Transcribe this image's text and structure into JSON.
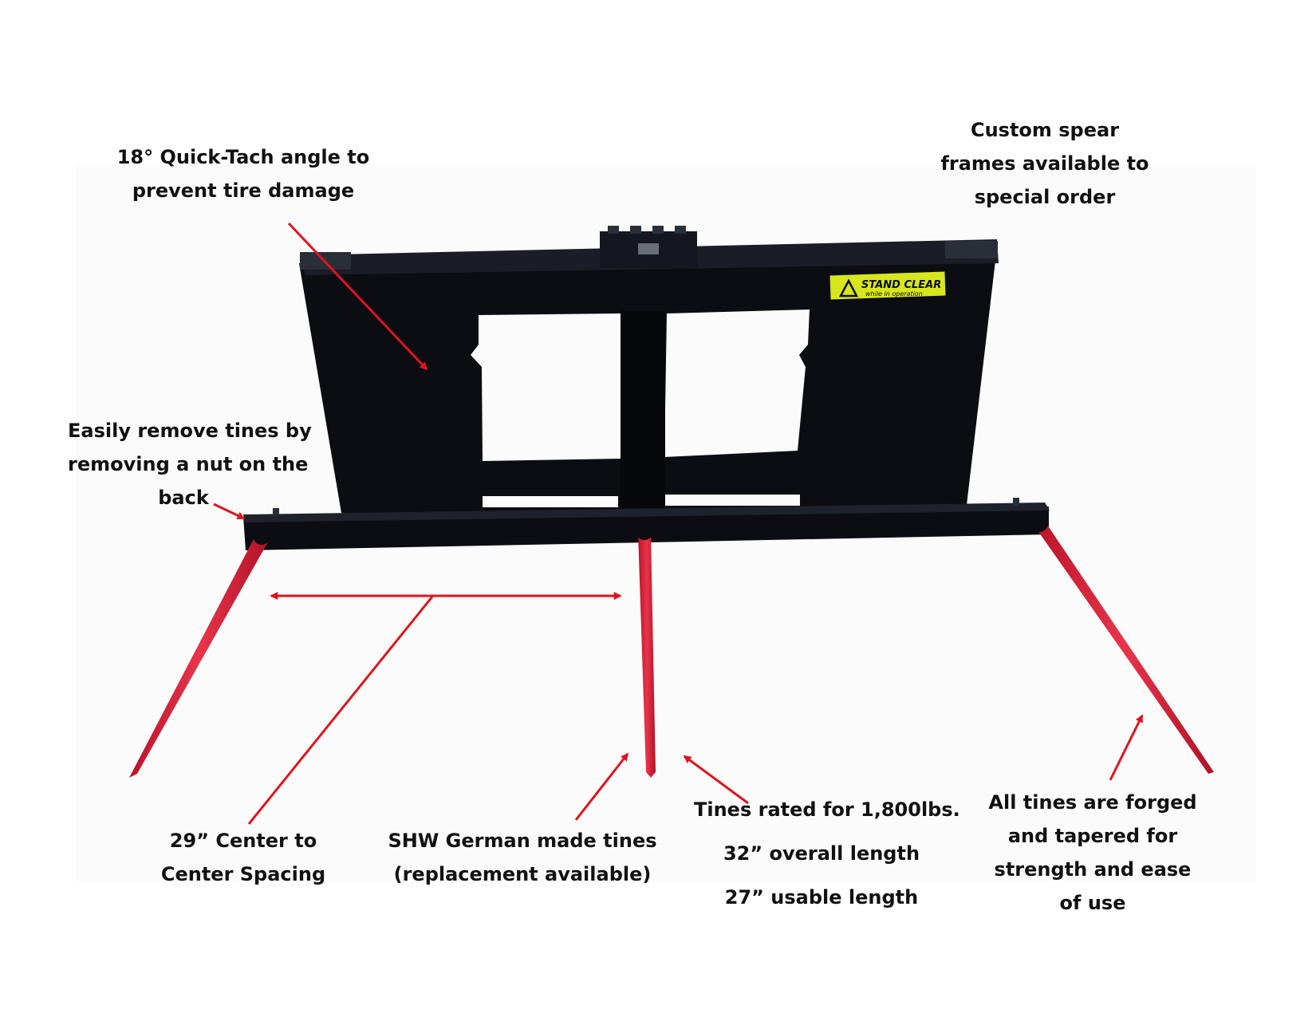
{
  "colors": {
    "frame": "#0b0d12",
    "tine": "#d8283c",
    "arrow": "#e0141e",
    "sticker": "#d8e61e",
    "text": "#111111"
  },
  "sticker": {
    "title": "STAND CLEAR",
    "subtitle": "while in operation",
    "icon": "warning-triangle-icon"
  },
  "callouts": {
    "quick_tach": [
      "18° Quick-Tach angle to",
      "prevent tire damage"
    ],
    "custom_frames": [
      "Custom spear",
      "frames available to",
      "special order"
    ],
    "remove_tines": [
      "Easily remove tines by",
      "removing a nut on the",
      "back"
    ],
    "spacing": [
      "29” Center to",
      "Center Spacing"
    ],
    "shw_tines": [
      "SHW German made tines",
      "(replacement available)"
    ],
    "rating": [
      "Tines rated for 1,800lbs.",
      "32” overall length",
      "27” usable length"
    ],
    "forged": [
      "All tines are forged",
      "and tapered for",
      "strength and ease",
      "of use"
    ]
  }
}
